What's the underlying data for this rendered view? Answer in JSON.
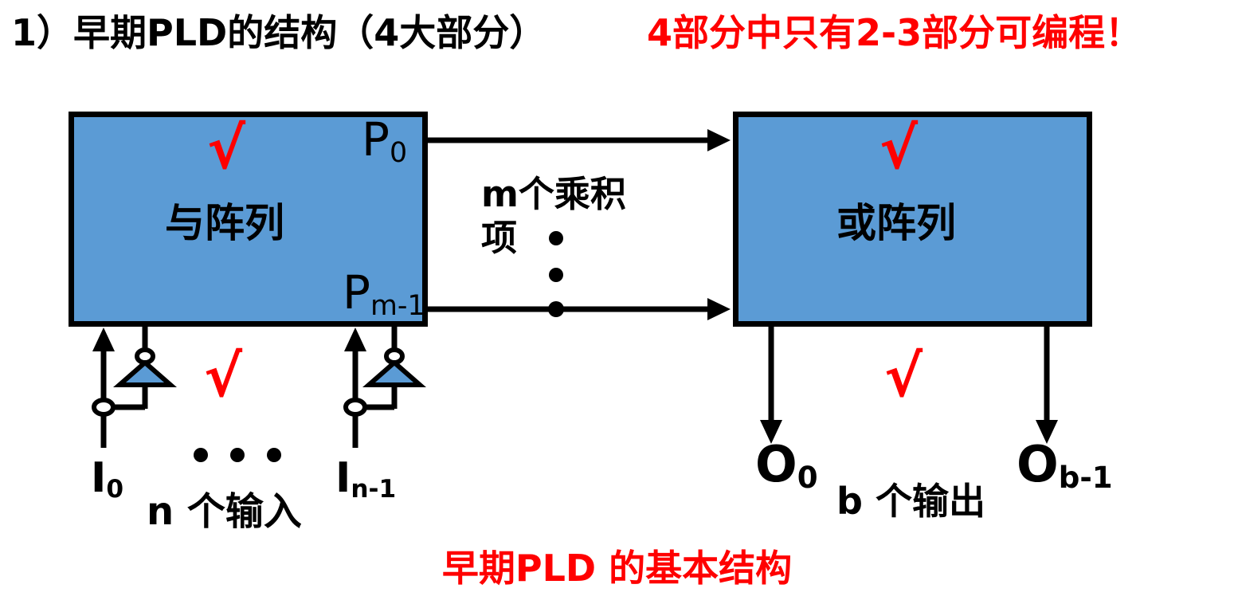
{
  "title": {
    "main": "1）早期PLD的结构（4大部分）",
    "note": "4部分中只有2-3部分可编程！"
  },
  "check_mark": "√",
  "blocks": {
    "and_array": {
      "label": "与阵列"
    },
    "or_array": {
      "label": "或阵列"
    }
  },
  "product_terms": {
    "first": {
      "base": "P",
      "sub": "0"
    },
    "last": {
      "base": "P",
      "sub": "m-1"
    },
    "count_label": "m个乘积项"
  },
  "inputs": {
    "first": {
      "base": "I",
      "sub": "0"
    },
    "last": {
      "base": "I",
      "sub": "n-1"
    },
    "count_label": "n 个输入"
  },
  "outputs": {
    "first": {
      "base": "O",
      "sub": "0"
    },
    "last": {
      "base": "O",
      "sub": "b-1"
    },
    "count_label": "b 个输出"
  },
  "caption": "早期PLD 的基本结构",
  "colors": {
    "box_fill": "#5B9BD5",
    "accent_red": "#FF0000",
    "line_black": "#000000"
  }
}
